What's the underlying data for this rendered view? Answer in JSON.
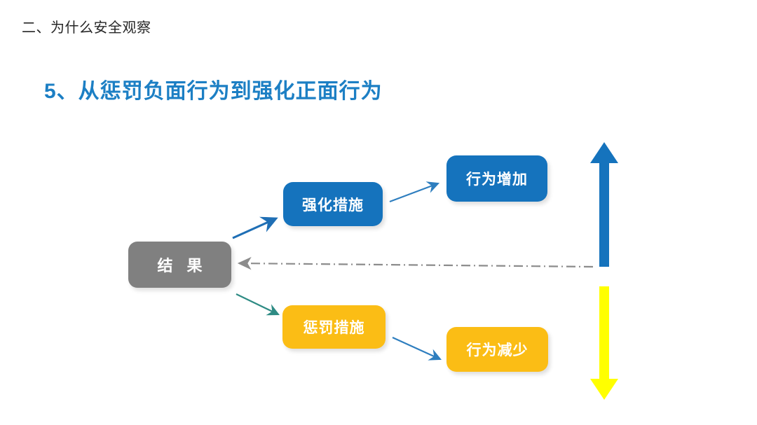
{
  "slide": {
    "section_label": "二、为什么安全观察",
    "title": "5、从惩罚负面行为到强化正面行为",
    "background_color": "#ffffff",
    "title_color": "#1c7fc4",
    "section_label_color": "#262626"
  },
  "diagram": {
    "type": "flow-diagram",
    "nodes": [
      {
        "id": "result",
        "label": "结 果",
        "color": "#808080",
        "text_color": "#ffffff",
        "shape": "rounded-rect"
      },
      {
        "id": "reinforce",
        "label": "强化措施",
        "color": "#1573bd",
        "text_color": "#ffffff",
        "shape": "rounded-rect"
      },
      {
        "id": "increase",
        "label": "行为增加",
        "color": "#1573bd",
        "text_color": "#ffffff",
        "shape": "rounded-rect"
      },
      {
        "id": "punish",
        "label": "惩罚措施",
        "color": "#fbbd15",
        "text_color": "#ffffff",
        "shape": "rounded-rect"
      },
      {
        "id": "decrease",
        "label": "行为减少",
        "color": "#fbbd15",
        "text_color": "#ffffff",
        "shape": "rounded-rect"
      }
    ],
    "connectors": [
      {
        "id": "result-to-reinforce",
        "from": "result",
        "to": "reinforce",
        "style": "solid-arrow",
        "color": "#1f6fb5"
      },
      {
        "id": "reinforce-to-increase",
        "from": "reinforce",
        "to": "increase",
        "style": "solid-arrow",
        "color": "#2e7ebf"
      },
      {
        "id": "result-to-punish",
        "from": "result",
        "to": "punish",
        "style": "solid-arrow",
        "color": "#2e8b84"
      },
      {
        "id": "punish-to-decrease",
        "from": "punish",
        "to": "decrease",
        "style": "solid-arrow",
        "color": "#2e7ebf"
      },
      {
        "id": "feedback-loop",
        "from": "outcomes",
        "to": "result",
        "style": "dash-dot-arrow",
        "color": "#8c8c8c"
      }
    ],
    "indicators": [
      {
        "id": "increase-indicator",
        "direction": "up",
        "color": "#1573bd"
      },
      {
        "id": "decrease-indicator",
        "direction": "down",
        "color": "#ffff00"
      }
    ]
  }
}
